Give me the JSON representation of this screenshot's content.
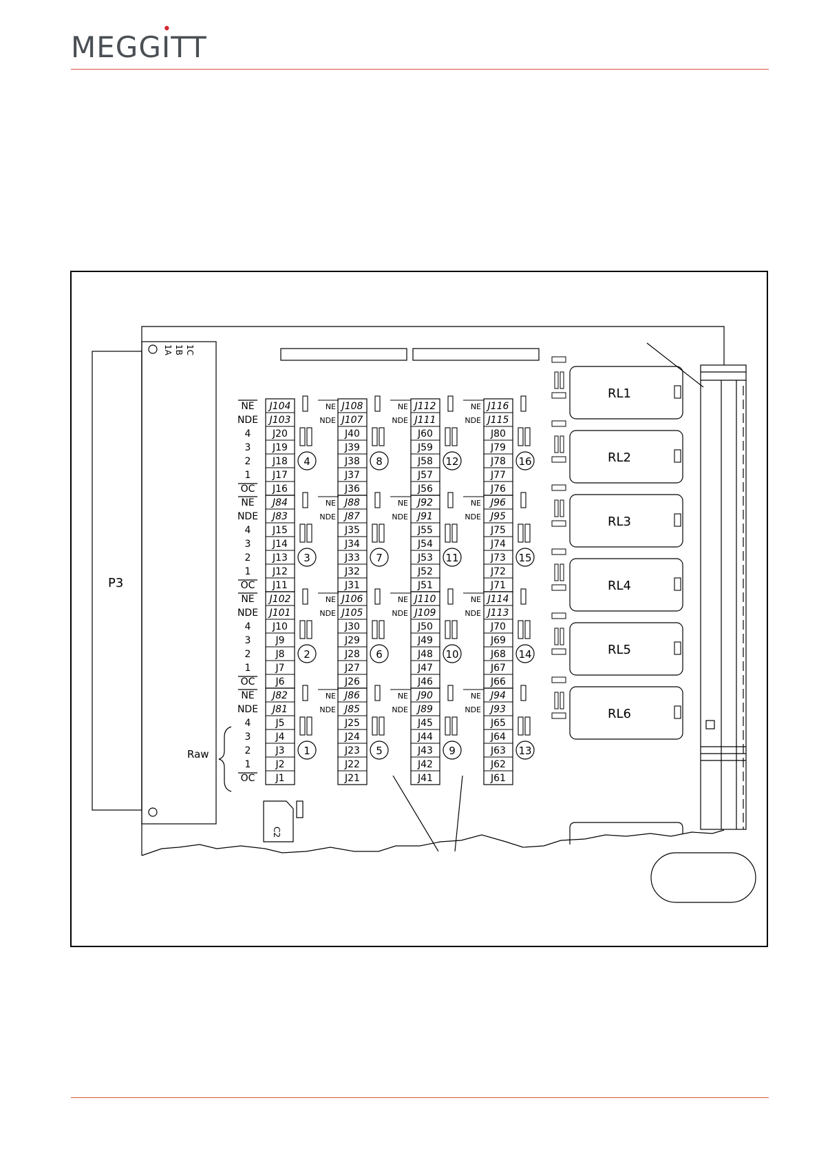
{
  "header": {
    "logo_text": "MEGGİTT",
    "brand_color": "#d3282d",
    "rule_color": "#d8553b"
  },
  "diagram": {
    "connector_label": "P3",
    "connector_pins": [
      "A",
      "B",
      "C"
    ],
    "raw_label": "Raw",
    "capacitor_label": "C2",
    "relays": [
      "RL1",
      "RL2",
      "RL3",
      "RL4",
      "RL5",
      "RL6"
    ],
    "row_labels": [
      "NE",
      "NDE",
      "4",
      "3",
      "2",
      "1",
      "OC"
    ],
    "mini_labels": [
      "NE",
      "NDE"
    ],
    "columns": [
      {
        "blocks": [
          {
            "circle": "4",
            "jumpers": [
              "J104",
              "J103",
              "J20",
              "J19",
              "J18",
              "J17",
              "J16"
            ]
          },
          {
            "circle": "3",
            "jumpers": [
              "J84",
              "J83",
              "J15",
              "J14",
              "J13",
              "J12",
              "J11"
            ]
          },
          {
            "circle": "2",
            "jumpers": [
              "J102",
              "J101",
              "J10",
              "J9",
              "J8",
              "J7",
              "J6"
            ]
          },
          {
            "circle": "1",
            "jumpers": [
              "J82",
              "J81",
              "J5",
              "J4",
              "J3",
              "J2",
              "J1"
            ]
          }
        ]
      },
      {
        "blocks": [
          {
            "circle": "8",
            "jumpers": [
              "J108",
              "J107",
              "J40",
              "J39",
              "J38",
              "J37",
              "J36"
            ]
          },
          {
            "circle": "7",
            "jumpers": [
              "J88",
              "J87",
              "J35",
              "J34",
              "J33",
              "J32",
              "J31"
            ]
          },
          {
            "circle": "6",
            "jumpers": [
              "J106",
              "J105",
              "J30",
              "J29",
              "J28",
              "J27",
              "J26"
            ]
          },
          {
            "circle": "5",
            "jumpers": [
              "J86",
              "J85",
              "J25",
              "J24",
              "J23",
              "J22",
              "J21"
            ]
          }
        ]
      },
      {
        "blocks": [
          {
            "circle": "12",
            "jumpers": [
              "J112",
              "J111",
              "J60",
              "J59",
              "J58",
              "J57",
              "J56"
            ]
          },
          {
            "circle": "11",
            "jumpers": [
              "J92",
              "J91",
              "J55",
              "J54",
              "J53",
              "J52",
              "J51"
            ]
          },
          {
            "circle": "10",
            "jumpers": [
              "J110",
              "J109",
              "J50",
              "J49",
              "J48",
              "J47",
              "J46"
            ]
          },
          {
            "circle": "9",
            "jumpers": [
              "J90",
              "J89",
              "J45",
              "J44",
              "J43",
              "J42",
              "J41"
            ]
          }
        ]
      },
      {
        "blocks": [
          {
            "circle": "16",
            "jumpers": [
              "J116",
              "J115",
              "J80",
              "J79",
              "J78",
              "J77",
              "J76"
            ]
          },
          {
            "circle": "15",
            "jumpers": [
              "J96",
              "J95",
              "J75",
              "J74",
              "J73",
              "J72",
              "J71"
            ]
          },
          {
            "circle": "14",
            "jumpers": [
              "J114",
              "J113",
              "J70",
              "J69",
              "J68",
              "J67",
              "J66"
            ]
          },
          {
            "circle": "13",
            "jumpers": [
              "J94",
              "J93",
              "J65",
              "J64",
              "J63",
              "J62",
              "J61"
            ]
          }
        ]
      }
    ]
  }
}
